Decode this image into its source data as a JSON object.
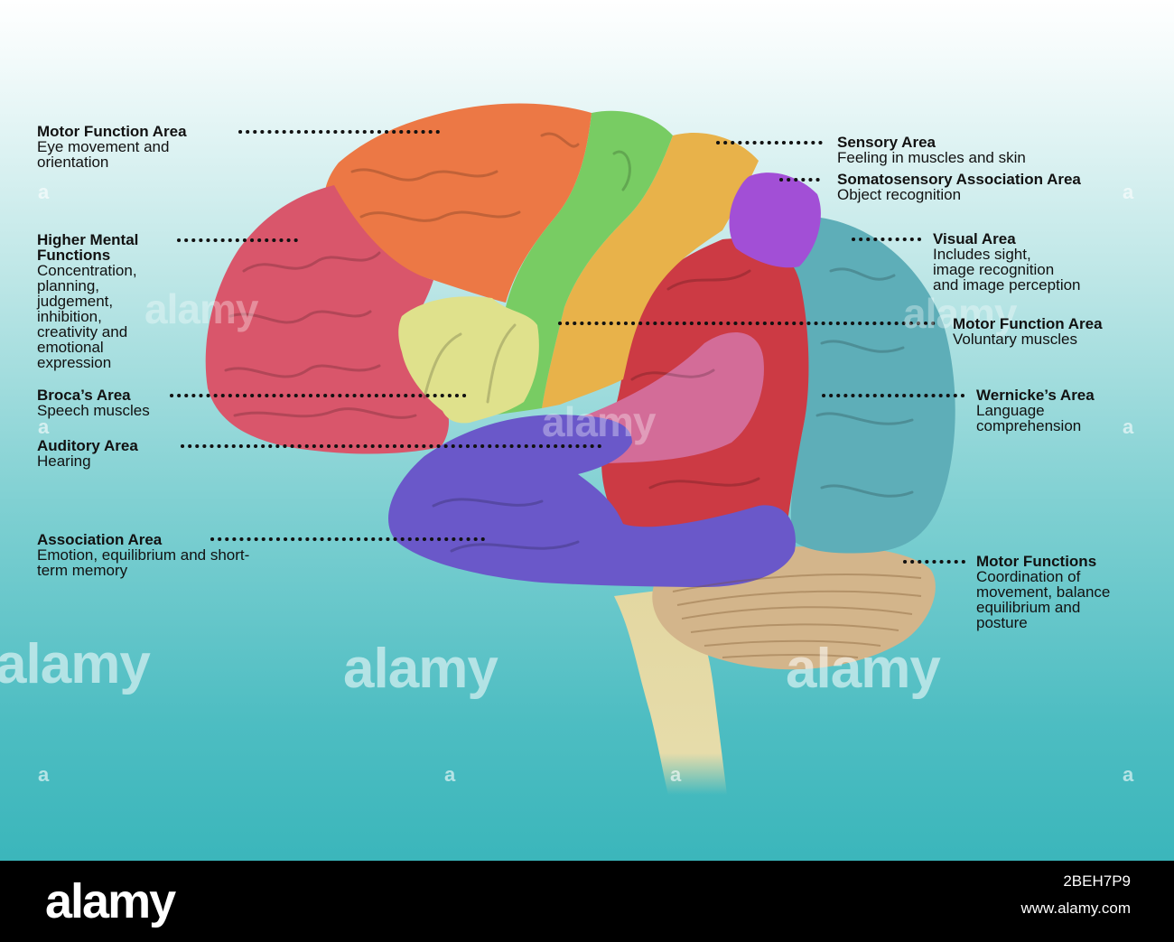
{
  "labels": {
    "motor_function_frontal": {
      "title": "Motor Function Area",
      "desc": [
        "Eye movement and",
        "orientation"
      ]
    },
    "higher_mental": {
      "title": [
        "Higher Mental",
        "Functions"
      ],
      "desc": [
        "Concentration,",
        "planning,",
        "judgement,",
        "inhibition,",
        "creativity and",
        "emotional",
        "expression"
      ]
    },
    "broca": {
      "title": "Broca’s Area",
      "desc": [
        "Speech muscles"
      ]
    },
    "auditory": {
      "title": "Auditory Area",
      "desc": [
        "Hearing"
      ]
    },
    "association": {
      "title": "Association Area",
      "desc": [
        "Emotion, equilibrium and short-",
        "term memory"
      ]
    },
    "sensory": {
      "title": "Sensory Area",
      "desc": [
        "Feeling in muscles and skin"
      ]
    },
    "somatosensory": {
      "title": "Somatosensory Association Area",
      "desc": [
        "Object recognition"
      ]
    },
    "visual": {
      "title": "Visual Area",
      "desc": [
        "Includes sight,",
        "image recognition",
        "and image perception"
      ]
    },
    "motor_function_voluntary": {
      "title": "Motor Function Area",
      "desc": [
        "Voluntary muscles"
      ]
    },
    "wernicke": {
      "title": "Wernicke’s Area",
      "desc": [
        "Language",
        "comprehension"
      ]
    },
    "motor_functions_cerebellum": {
      "title": "Motor Functions",
      "desc": [
        "Coordination of",
        "movement, balance",
        "equilibrium and",
        "posture"
      ]
    }
  },
  "regions": {
    "prefrontal": "#d9566b",
    "premotor": "#ec7845",
    "broca": "#dfe18c",
    "motor": "#78cc63",
    "sensory": "#e8b24a",
    "somatosensory_association": "#a24fd6",
    "visual": "#5eaeb8",
    "wernicke": "#cc3a44",
    "auditory": "#d36c98",
    "temporal_association": "#6a58c9",
    "cerebellum": "#d3b58b",
    "brainstem": "#e3d7a1"
  },
  "watermark": {
    "brand": "alamy",
    "glyph": "a"
  },
  "footer": {
    "logo": "alamy",
    "image_id": "2BEH7P9",
    "site": "www.alamy.com"
  }
}
